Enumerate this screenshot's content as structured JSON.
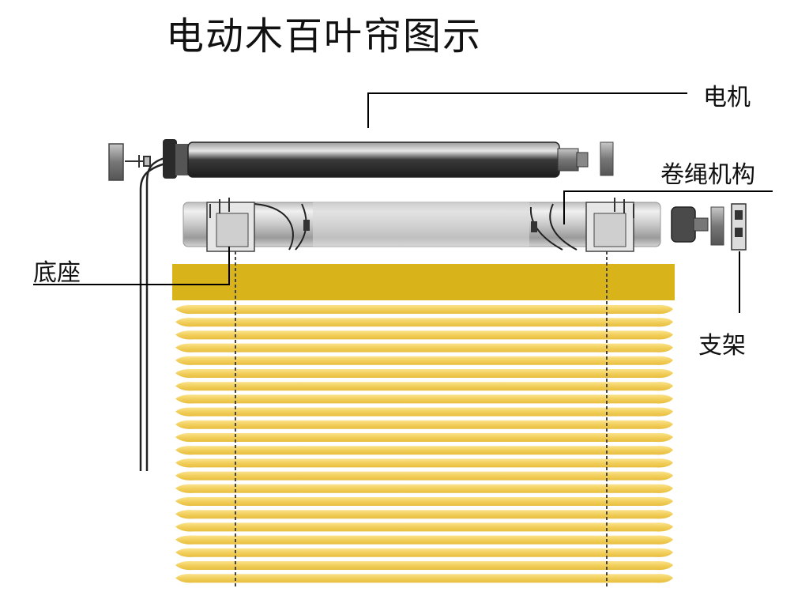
{
  "title": "电动木百叶帘图示",
  "labels": {
    "motor": "电机",
    "reel": "卷绳机构",
    "base": "底座",
    "bracket": "支架"
  },
  "colors": {
    "slat": "#f2cf5c",
    "slat_gap": "#fbeec0",
    "headrail": "#d9b31a",
    "motor_tube": "#4a4a4a",
    "roller": "#cfcfcf",
    "leader_line": "#000000"
  }
}
